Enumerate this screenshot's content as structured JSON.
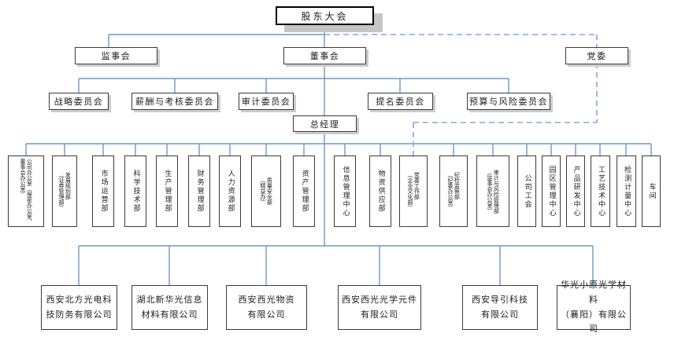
{
  "org": {
    "root": "股东大会",
    "supervisory": "监事会",
    "board": "董事会",
    "party": "党委",
    "gm": "总经理",
    "committees": [
      "战略委员会",
      "薪酬与考核委员会",
      "审计委员会",
      "提名委员会",
      "预算与风险委员会"
    ],
    "departments": [
      "公司办公室（保密办公室、\n董事会办公室）",
      "发展规划部\n（证券管理部）",
      "市场运营部",
      "科学技术部",
      "生产管理部",
      "财务管理部",
      "人力资源部",
      "质量安全部\n（精益办）",
      "资产管理部",
      "信息管理中心",
      "物资供应部",
      "党委工作部\n（企业文化部）",
      "纪检监察部\n（纪委办公室）",
      "审计与风险管理部\n（监事会办公室）",
      "公司工会",
      "园区管理中心",
      "产品研发中心",
      "工艺技术中心",
      "检测计量中心",
      "车间"
    ],
    "subsidiaries": [
      "西安北方光电科\n技防务有限公司",
      "湖北新华光信息\n材料有限公司",
      "西安西光物资\n有限公司",
      "西安西光光学元件\n有限公司",
      "西安导引科技\n有限公司",
      "华光小原光学材料\n（襄阳）有限公司"
    ],
    "colors": {
      "line_solid": "#6E96C8",
      "line_dashed": "#7FA8DC",
      "box_border": "#3B3B3B",
      "root_shadow": "#C6C6C6"
    }
  }
}
